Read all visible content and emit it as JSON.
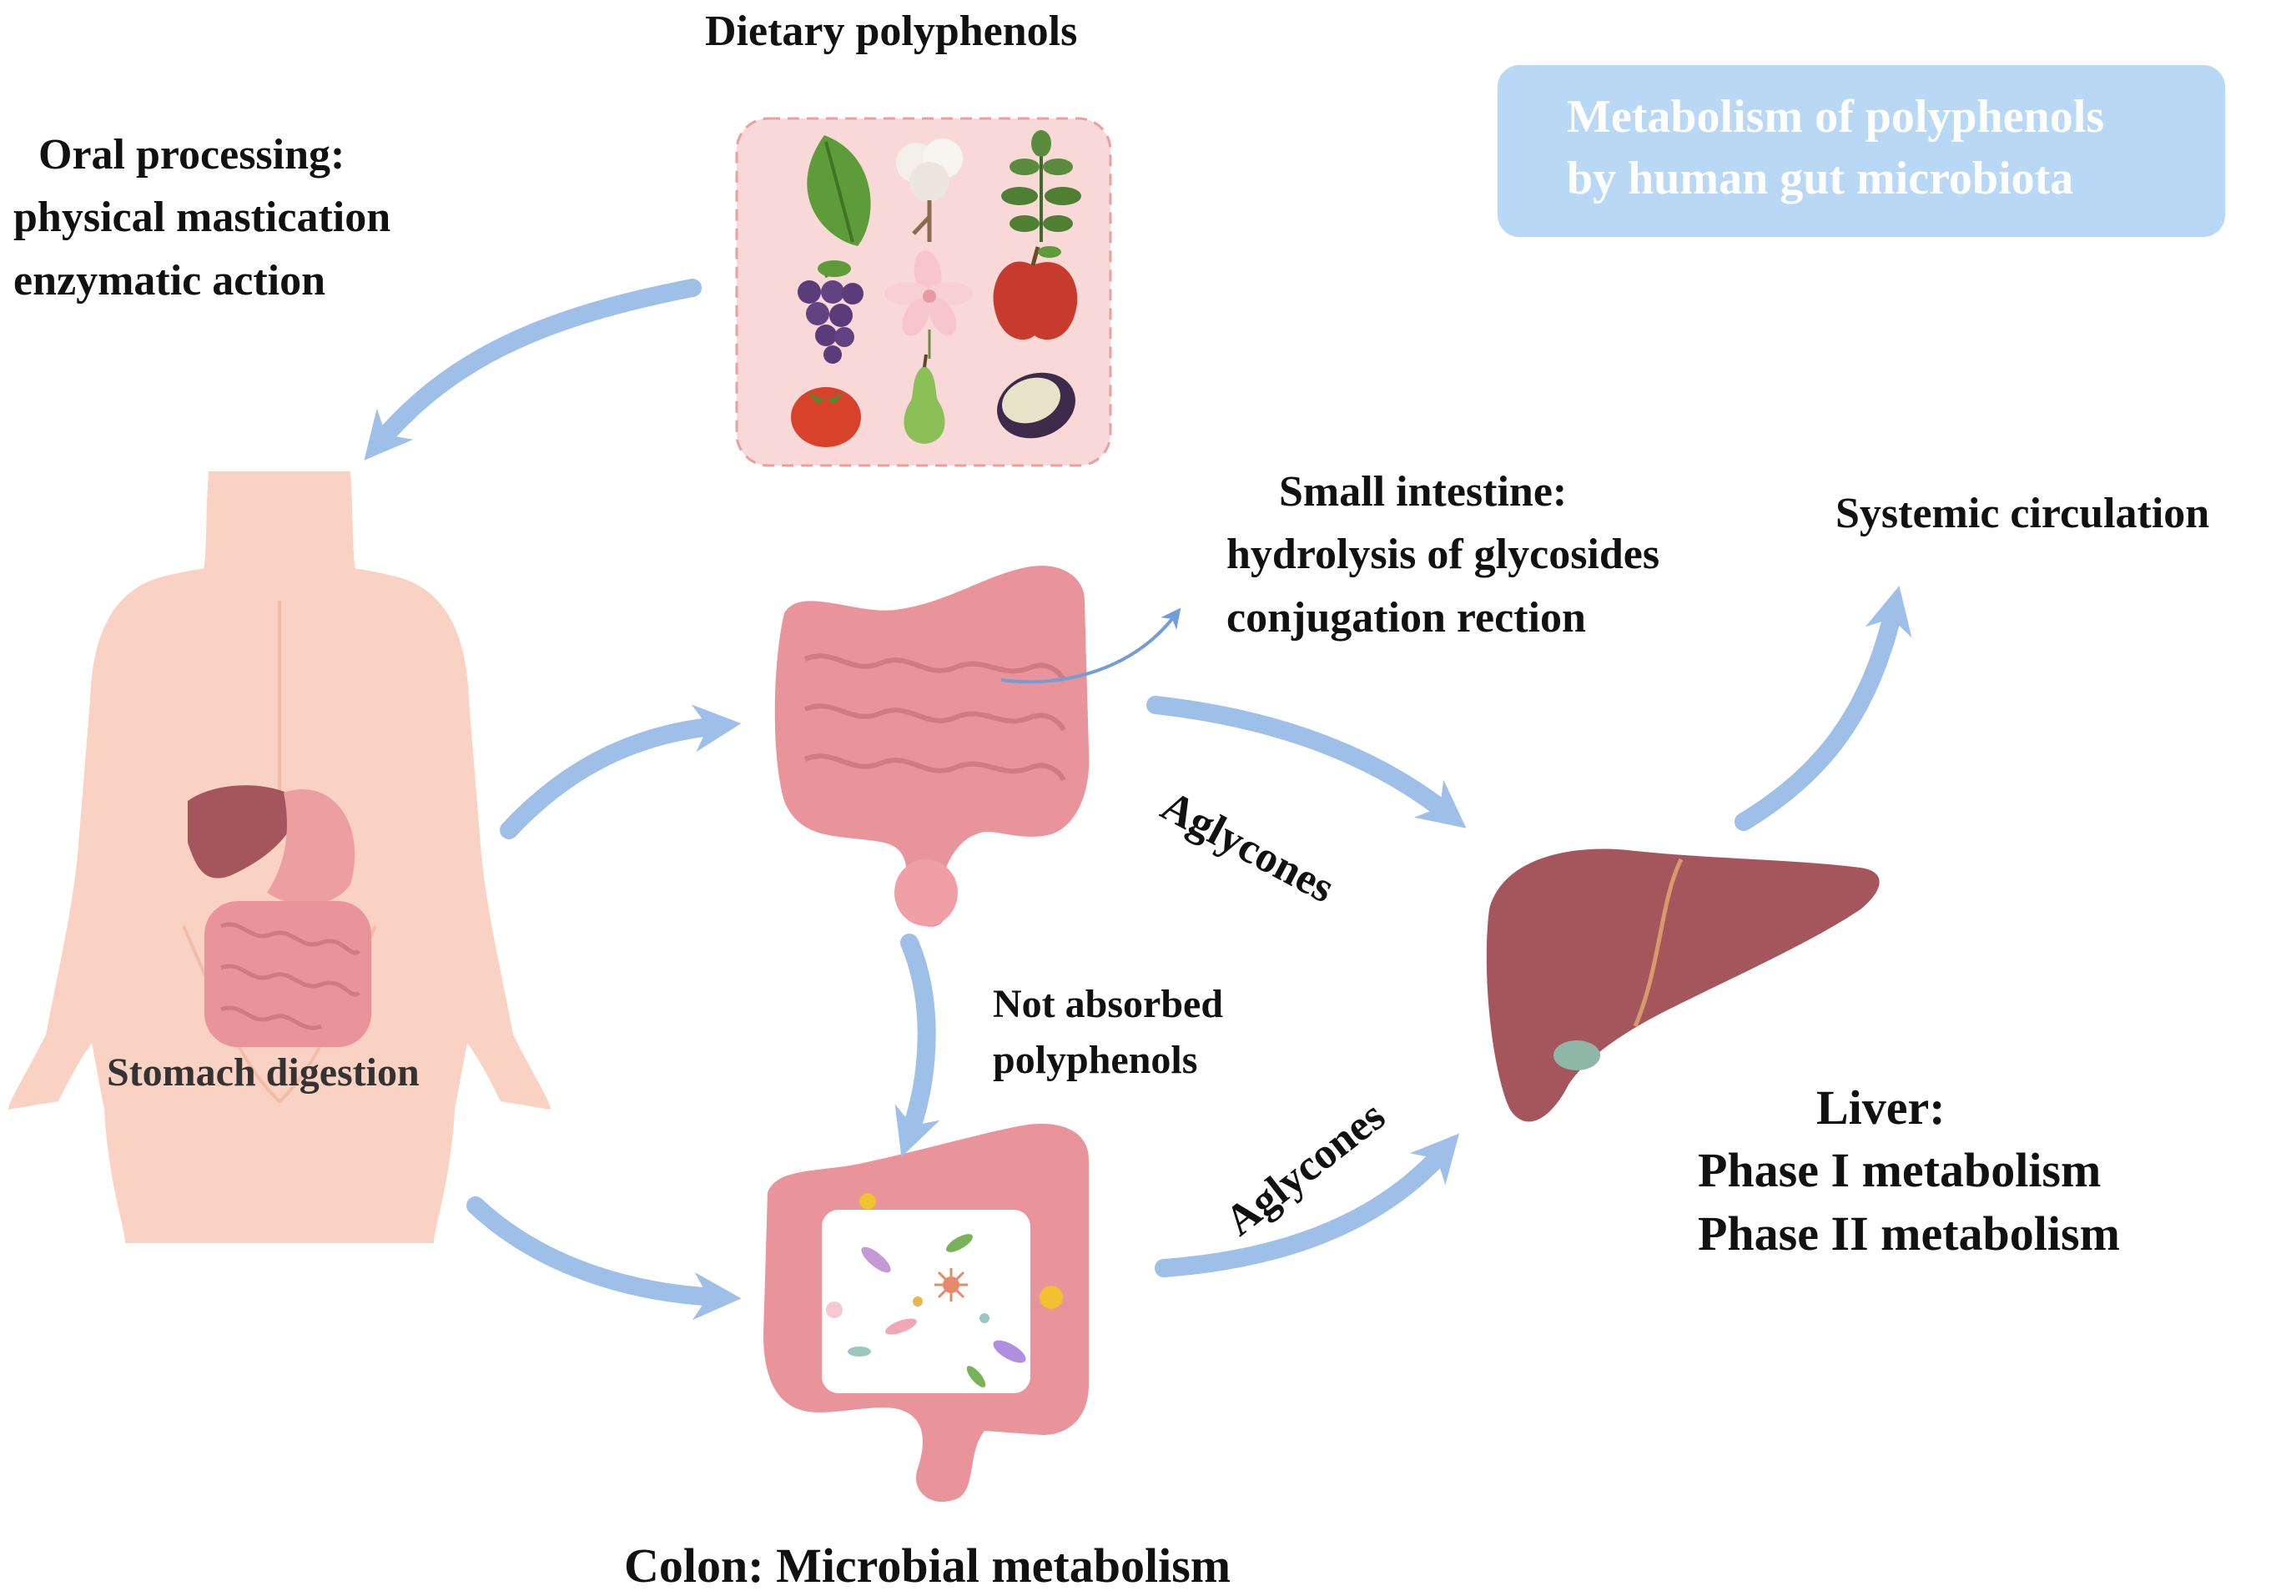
{
  "title": {
    "line1": "Metabolism of polyphenols",
    "line2": "by human gut microbiota"
  },
  "labels": {
    "dietary_polyphenols": "Dietary polyphenols",
    "oral": {
      "line1": "Oral processing:",
      "line2": "physical mastication",
      "line3": "enzymatic action"
    },
    "small_intestine": {
      "line1": "Small intestine:",
      "line2": "hydrolysis of glycosides",
      "line3": "conjugation rection"
    },
    "systemic_circulation": "Systemic circulation",
    "aglycones_upper": "Aglycones",
    "aglycones_lower": "Aglycones",
    "not_absorbed": {
      "line1": "Not absorbed",
      "line2": "polyphenols"
    },
    "stomach_digestion": "Stomach digestion",
    "liver": {
      "line1": "Liver:",
      "line2": "Phase I metabolism",
      "line3": "Phase II metabolism"
    },
    "colon": "Colon: Microbial metabolism"
  },
  "food_icons": [
    "leaf-icon",
    "cotton-icon",
    "herb-icon",
    "grapes-icon",
    "flower-icon",
    "apple-icon",
    "tomato-icon",
    "pear-icon",
    "eggplant-icon"
  ],
  "colors": {
    "arrow": "#9dbfe8",
    "title_box": "#b9d8f5",
    "food_panel": "#f9d8d8",
    "body_skin": "#fad2c3",
    "intestine": "#e9939a",
    "liver": "#a5565c"
  }
}
